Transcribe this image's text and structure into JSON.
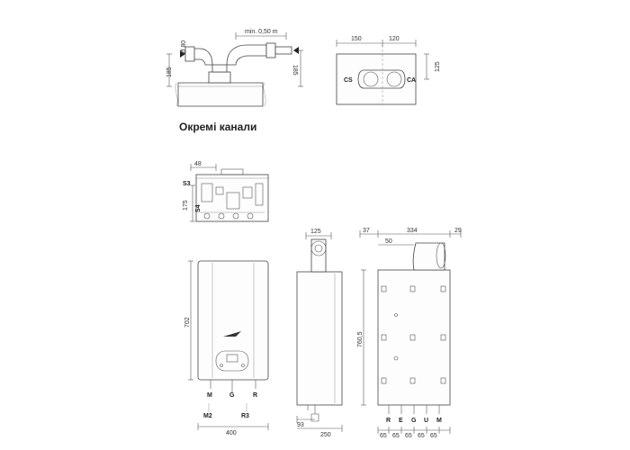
{
  "heading": "Окремі канали",
  "top_flue_view": {
    "dim_min": "min. 0,50 m",
    "dim_left_dia": "Ø 80",
    "dim_left_height": "185",
    "dim_right_height": "185"
  },
  "top_right_view": {
    "dim_150": "150",
    "dim_120": "120",
    "dim_125": "125",
    "label_cs": "CS",
    "label_ca": "CA"
  },
  "middle_view": {
    "dim_48": "48",
    "dim_175": "175",
    "label_s3": "S3",
    "label_s4": "S4"
  },
  "front_view": {
    "dim_height": "702",
    "dim_width": "400",
    "labels_top": [
      "M",
      "G",
      "R"
    ],
    "labels_bottom": [
      "M2",
      "R3"
    ]
  },
  "side_view": {
    "dim_125": "125",
    "dim_93": "93",
    "dim_250": "250"
  },
  "back_view": {
    "dim_37": "37",
    "dim_334": "334",
    "dim_29": "29",
    "dim_50": "50",
    "dim_height": "760,5",
    "connection_labels": [
      "R",
      "E",
      "G",
      "U",
      "M"
    ],
    "spacing_labels": [
      "65",
      "65",
      "65",
      "65",
      "65"
    ]
  }
}
